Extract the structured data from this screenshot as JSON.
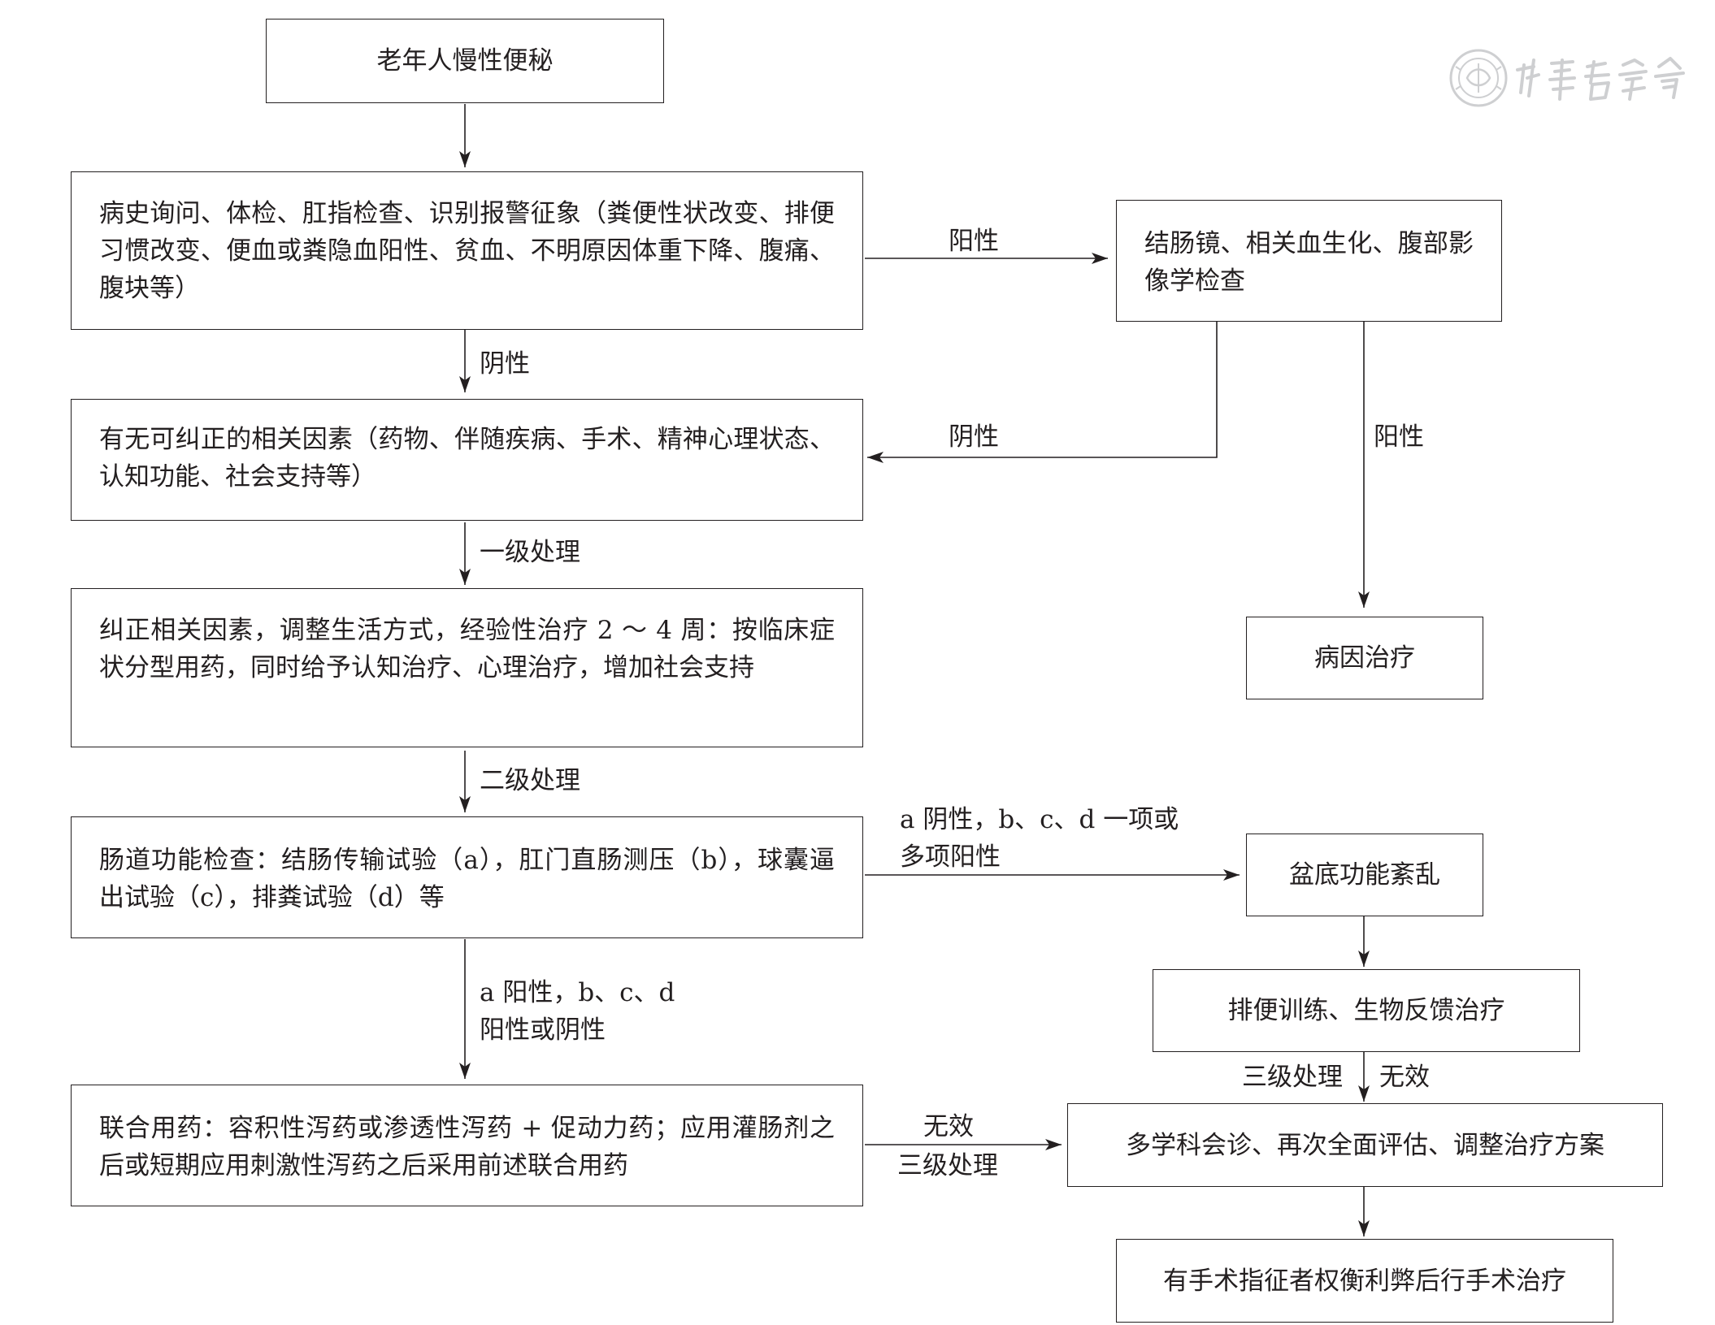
{
  "nodes": {
    "start": "老年人慢性便秘",
    "history": "病史询问、体检、肛指检查、识别报警征象（粪便性状改变、排便习惯改变、便血或粪隐血阳性、贫血、不明原因体重下降、腹痛、腹块等）",
    "exam": "结肠镜、相关血生化、腹部影像学检查",
    "factors": "有无可纠正的相关因素（药物、伴随疾病、手术、精神心理状态、认知功能、社会支持等）",
    "etiology": "病因治疗",
    "correct": "纠正相关因素，调整生活方式，经验性治疗 2 ～ 4 周：按临床症状分型用药，同时给予认知治疗、心理治疗，增加社会支持",
    "bowel": "肠道功能检查：结肠传输试验（a），肛门直肠测压（b），球囊逼出试验（c），排粪试验（d）等",
    "pelvic": "盆底功能紊乱",
    "training": "排便训练、生物反馈治疗",
    "combo": "联合用药：容积性泻药或渗透性泻药 + 促动力药；应用灌肠剂之后或短期应用刺激性泻药之后采用前述联合用药",
    "mdt": "多学科会诊、再次全面评估、调整治疗方案",
    "surgery": "有手术指征者权衡利弊后行手术治疗"
  },
  "edge_labels": {
    "positive_1": "阳性",
    "negative_1": "阴性",
    "negative_2": "阴性",
    "positive_2": "阳性",
    "level_1": "一级处理",
    "level_2": "二级处理",
    "pelvic_line1": "a 阴性，b、c、d 一项或",
    "pelvic_line2": "多项阳性",
    "combo_line1": "a 阳性，b、c、d",
    "combo_line2": "阳性或阴性",
    "level_3_left": "三级处理",
    "invalid_right": "无效",
    "invalid_mid": "无效",
    "level_3_mid": "三级处理"
  },
  "watermark": {
    "text": "中华医学会",
    "icon": "cma-seal-icon",
    "color": "#a7a9ac"
  },
  "colors": {
    "line": "#231f20",
    "background": "#ffffff"
  }
}
